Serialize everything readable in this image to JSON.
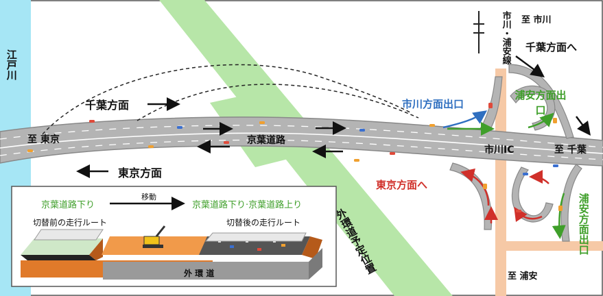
{
  "river_label": "江戸川",
  "rail_label": "市川・浦安線",
  "to_ichikawa": "至 市川",
  "chiba_direction_upper": "千葉方面へ",
  "chiba_direction_left": "千葉方面",
  "tokyo_direction": "東京方面",
  "to_tokyo": "至 東京",
  "keiyo_road": "京葉道路",
  "ichikawa_exit": "市川方面出口",
  "urayasu_exit_top": "浦安方面出口",
  "ichikawa_ic": "市川IC",
  "to_chiba": "至 千葉",
  "tokyo_direction_return": "東京方面へ",
  "gaikan_planned": "外環道予定位置",
  "urayasu_exit_bottom": "浦安方面出口",
  "to_urayasu": "至 浦安",
  "inset": {
    "before_label": "京葉道路下り",
    "move_label": "移動",
    "after_label": "京葉道路下り·京葉道路上り",
    "before_route": "切替前の走行ルート",
    "after_route": "切替後の走行ルート",
    "gaikan_road": "外 環 道"
  },
  "colors": {
    "river": "#a6e6f5",
    "gaikan_band": "#b7e6a8",
    "crossroad": "#f6c9a6",
    "road": "#b4b4b4",
    "ichikawa_blue": "#2f6fc0",
    "urayasu_green": "#3f9f2a",
    "tokyo_red": "#d0302a"
  }
}
